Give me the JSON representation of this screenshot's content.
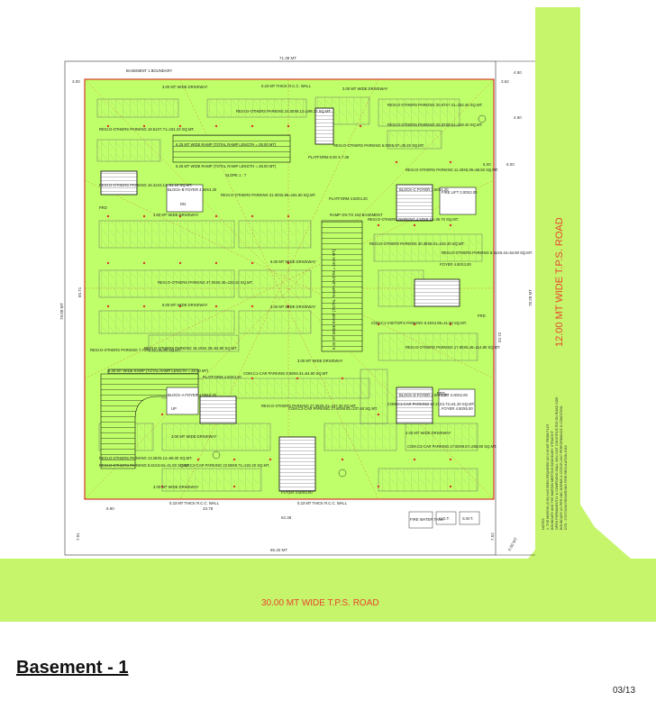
{
  "sheet": {
    "title": "Basement - 1",
    "page": "03/13"
  },
  "roads": {
    "bottom": "30.00 MT WIDE T.P.S. ROAD",
    "right": "12.00 MT WIDE T.P.S. ROAD"
  },
  "dimensions": {
    "top": "71.38 MT",
    "bottom_inner": "62.38",
    "bottom_outer": "85.40 MT",
    "left_outer": "79.00 MT",
    "left_inner": "65.71",
    "right_outer": "78.28 MT",
    "right_inner": "52.72",
    "top_right_1": "4.50",
    "top_right_2": "6.00",
    "top_right_3": "4.50",
    "top_left": "3.00",
    "side_1": "3.62",
    "side_2": "6.00",
    "bottom_left": "6.90",
    "bottom_mid": "23.78",
    "lower_left": "7.01",
    "lower_right": "7.52",
    "corner": "4.00 MT"
  },
  "labels": {
    "basement_boundary": "BASEMENT 1 BOUNDARY",
    "wall_top": "0.23 MT THICK R.C.C. WALL",
    "wall_bottom_1": "0.23 MT THICK R.C.C. WALL",
    "wall_bottom_2": "0.23 MT THICK R.C.C. WALL",
    "fire_tank": "FIRE WATER TANK",
    "ugt": "U.G.T.",
    "swt": "S.W.T."
  },
  "areas": [
    {
      "id": "resi-others-1",
      "text": "RESI.O-OTHERS PARKING 24.00X8.12=196.37 SQ.MT."
    },
    {
      "id": "resi-others-2",
      "text": "RESI.O-OTHERS PARKING 19.61X7.71=151.23 SQ.MT."
    },
    {
      "id": "resi-others-3",
      "text": "RESI.O-OTHERS PARKING 20.57X7.41=152.40 SQ.MT."
    },
    {
      "id": "resi-others-4",
      "text": "RESI.O-OTHERS PARKING 25.57X8.51=218.40 SQ.MT."
    },
    {
      "id": "resi-others-5",
      "text": "RESI.O-OTHERS PARKING 31.00X5.86=181.60 SQ.MT."
    },
    {
      "id": "resi-others-6",
      "text": "RESI.O-OTHERS PARKING 6.00X5.87=35.20 SQ.MT."
    },
    {
      "id": "resi-others-7",
      "text": "RESI.O-OTHERS PARKING 11.49X5.09=58.50 SQ.MT."
    },
    {
      "id": "resi-others-8",
      "text": "RESI.O-OTHERS PARKING 16.31X3.13=51.10 SQ.MT."
    },
    {
      "id": "resi-others-9",
      "text": "RESI.O-OTHERS PARKING 37.00X6.30=233.10 SQ.MT."
    },
    {
      "id": "resi-others-10",
      "text": "RESI.O-OTHERS PARKING 30.38X8.01=243.40 SQ.MT."
    },
    {
      "id": "resi-others-11",
      "text": "RESI.O-OTHERS PARKING 4.50X8.16=36.70 SQ.MT."
    },
    {
      "id": "resi-others-12",
      "text": "RESI.O-OTHERS PARKING 8.51X6.44=54.80 SQ.MT."
    },
    {
      "id": "resi-others-13",
      "text": "RESI.O-OTHERS PARKING 7.73X4.12=31.80 SQ.MT."
    },
    {
      "id": "resi-others-14",
      "text": "RESI.O-OTHERS PARKING 17.80X6.45=114.80 SQ.MT."
    },
    {
      "id": "resi-others-15",
      "text": "RESI.O-OTHERS PARKING 15.10X4.29=64.80 SQ.MT."
    },
    {
      "id": "resi-others-16",
      "text": "RESI.O-OTHERS PARKING 13.28X5.12=68.00 SQ.MT."
    },
    {
      "id": "resi-others-17",
      "text": "RESI.O-OTHERS PARKING 5.61X3.84=21.50 SQ.MT."
    },
    {
      "id": "resi-others-18",
      "text": "RESI.O-OTHERS PARKING 27.35X8.31=227.30 SQ.MT."
    },
    {
      "id": "com-1",
      "text": "COM.C1-VISITOR'S PARKING 8.45X4.95=41.80 SQ.MT."
    },
    {
      "id": "com-2",
      "text": "COM.C1-CAR PARKING 8.69X6.31=54.80 SQ.MT."
    },
    {
      "id": "com-3",
      "text": "COM.C2-CAR PARKING 27.60X8.61=237.60 SQ.MT."
    },
    {
      "id": "com-4",
      "text": "COM.C2-CAR PARKING 22.89X9.71=222.20 SQ.MT."
    },
    {
      "id": "com-5",
      "text": "COM.C3-CAR PARKING 27.60X9.67=266.80 SQ.MT."
    },
    {
      "id": "com-6",
      "text": "COM.C1-CAR PARKING 17.21X4.72=81.20 SQ.MT."
    }
  ],
  "features": {
    "ramp_1": "6.25 MT WIDE RAMP (TOTAL RAMP LENGTH = 28.00 MT)",
    "ramp_2": "5.25 MT WIDE RAMP (TOTAL RAMP LENGTH = 28.00 MT)",
    "ramp_3": "6.00 MT WIDE RAMP (TOTAL RAMP LENGTH = 28.00 MT)",
    "ramp_4": "6.40 MT WIDE RAMP (TOTAL RAMP LENGTH = 28.00 MT)",
    "ramp_to_2nd": "RAMP ON TO 2nd BASEMENT",
    "slope": "SLOPE 1 : 7",
    "platform_1": "PLATFORM 6.00 X 7.38",
    "platform_2": "PLATFORM 4.50X4.20",
    "platform_3": "PLATFORM 4.50X3.20",
    "block_b": "BLOCK-B FOYER 4.50X4.20",
    "block_c": "BLOCK-C FOYER 4.50X4.20",
    "block_a": "BLOCK-A FOYER 4.50X4.20",
    "block_d": "BLOCK-D FOYER 4.50X4.20",
    "foyer_1": "FOYER 4.50X3.00",
    "foyer_2": "FOYER 4.50X3.00",
    "foyer_3": "FOYER 4.50X5.00",
    "fire_lift": "FIRE LIFT 2.00X2.00",
    "lift": "LIFT 2.00X2.00",
    "frd": "FRD",
    "up": "UP",
    "dn": "DN",
    "driveway": "3.00 MT WIDE DRIVEWAY",
    "driveway_2": "5.00 MT WIDE DRIVEWAY",
    "driveway_3": "6.00 MT WIDE DRIVEWAY",
    "driveway_4": "4.00 MT WIDE DRIVEWAY"
  },
  "notes": [
    "NOTES:",
    "1. THE MARGIN (8.00) HAS BEEN REQUIRED AS 6.00 MT FROM PLOT",
    "BOUNDARY AND THE MARGIN MEETING BOUNDARY STRAIGHT",
    "OPEN PERMANENTLY & COMPOUND WALL WILL NOT CONSTRUCTED ON ROAD SIDE",
    "BOUNDARY AS PER NBC NORMS & CGDCR-2017 PERFORMANCE & CONDITION",
    "DTD : 27/07/2018 REGARDING FIRE REGULATION-2018"
  ],
  "colors": {
    "plan_fill": "#bfff6a",
    "road_fill": "#c6f56b",
    "boundary": "#d93a2a",
    "road_text": "#e8452c"
  }
}
